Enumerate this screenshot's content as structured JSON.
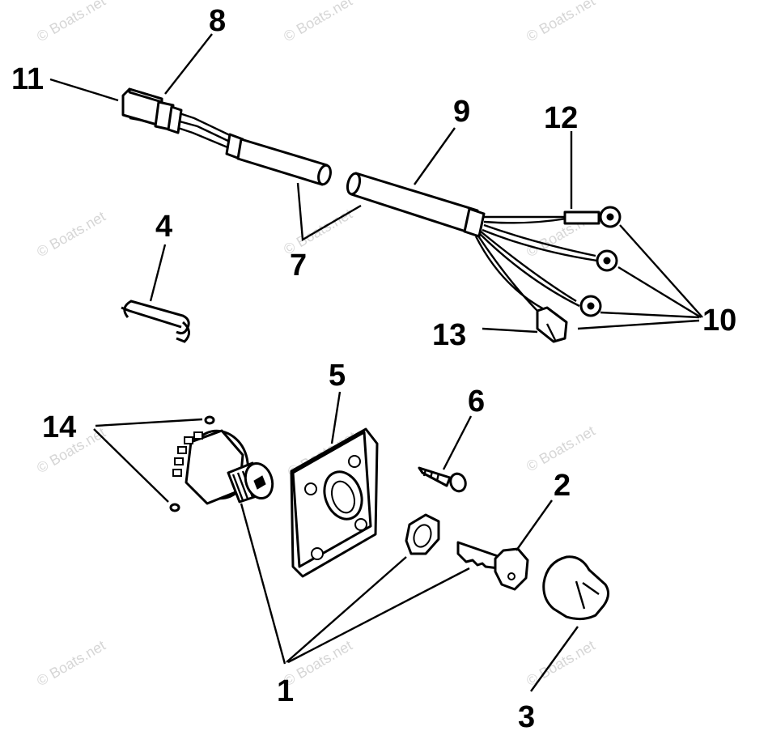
{
  "watermark": "© Boats.net",
  "callouts": {
    "c1": "1",
    "c2": "2",
    "c3": "3",
    "c4": "4",
    "c5": "5",
    "c6": "6",
    "c7": "7",
    "c8": "8",
    "c9": "9",
    "c10": "10",
    "c11": "11",
    "c12": "12",
    "c13": "13",
    "c14": "14"
  }
}
